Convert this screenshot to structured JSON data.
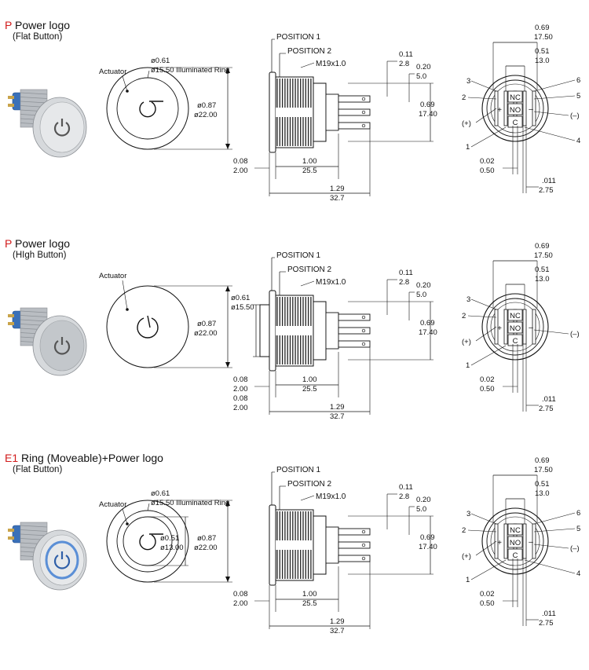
{
  "sections": [
    {
      "code": "P",
      "title": "Power logo",
      "subtitle": "(Flat Button)",
      "style": "flat",
      "front": {
        "actuator_label": "Actuator",
        "ring_dim_in": "ø0.61",
        "ring_dim_mm": "ø15.50 Illuminated Ring",
        "outer_dim_in": "ø0.87",
        "outer_dim_mm": "ø22.00"
      },
      "side": {
        "position1": "POSITION 1",
        "position2": "POSITION 2",
        "thread": "M19x1.0",
        "d011_in": "0.11",
        "d011_mm": "2.8",
        "d020_in": "0.20",
        "d020_mm": "5.0",
        "d069_in": "0.69",
        "d069_mm": "17.40",
        "d008_in": "0.08",
        "d008_mm": "2.00",
        "d100_in": "1.00",
        "d100_mm": "25.5",
        "d129_in": "1.29",
        "d129_mm": "32.7"
      },
      "back": {
        "w069_in": "0.69",
        "w069_mm": "17.50",
        "w051_in": "0.51",
        "w051_mm": "13.0",
        "pin3": "3",
        "pin2": "2",
        "pin6": "6",
        "pin5": "5",
        "pin4": "4",
        "pin1": "1",
        "plus": "(+)",
        "minus": "(–)",
        "nc": "NC",
        "no": "NO",
        "c": "C",
        "d002_in": "0.02",
        "d002_mm": "0.50",
        "d011_in": ".011",
        "d011_mm": "2.75"
      }
    },
    {
      "code": "P",
      "title": "Power logo",
      "subtitle": "(HIgh Button)",
      "style": "high",
      "front": {
        "actuator_label": "Actuator",
        "outer_dim_in": "ø0.87",
        "outer_dim_mm": "ø22.00"
      },
      "side": {
        "position1": "POSITION 1",
        "position2": "POSITION 2",
        "thread": "M19x1.0",
        "d011_in": "0.11",
        "d011_mm": "2.8",
        "d020_in": "0.20",
        "d020_mm": "5.0",
        "d069_in": "0.69",
        "d069_mm": "17.40",
        "d061_in": "ø0.61",
        "d061_mm": "ø15.50",
        "d008_in": "0.08",
        "d008_mm": "2.00",
        "d008b_in": "0.08",
        "d008b_mm": "2.00",
        "d100_in": "1.00",
        "d100_mm": "25.5",
        "d129_in": "1.29",
        "d129_mm": "32.7"
      },
      "back": {
        "w069_in": "0.69",
        "w069_mm": "17.50",
        "w051_in": "0.51",
        "w051_mm": "13.0",
        "pin3": "3",
        "pin2": "2",
        "pin1": "1",
        "plus": "(+)",
        "minus": "(–)",
        "nc": "NC",
        "no": "NO",
        "c": "C",
        "d002_in": "0.02",
        "d002_mm": "0.50",
        "d011_in": ".011",
        "d011_mm": "2.75"
      }
    },
    {
      "code": "E1",
      "title": "Ring (Moveable)+Power logo",
      "subtitle": "(Flat Button)",
      "style": "ring",
      "front": {
        "actuator_label": "Actuator",
        "ring_dim_in": "ø0.61",
        "ring_dim_mm": "ø15.50 Illuminated Ring",
        "inner_dim_in": "ø0.51",
        "inner_dim_mm": "ø13.00",
        "outer_dim_in": "ø0.87",
        "outer_dim_mm": "ø22.00"
      },
      "side": {
        "position1": "POSITION 1",
        "position2": "POSITION 2",
        "thread": "M19x1.0",
        "d011_in": "0.11",
        "d011_mm": "2.8",
        "d020_in": "0.20",
        "d020_mm": "5.0",
        "d069_in": "0.69",
        "d069_mm": "17.40",
        "d008_in": "0.08",
        "d008_mm": "2.00",
        "d100_in": "1.00",
        "d100_mm": "25.5",
        "d129_in": "1.29",
        "d129_mm": "32.7"
      },
      "back": {
        "w069_in": "0.69",
        "w069_mm": "17.50",
        "w051_in": "0.51",
        "w051_mm": "13.0",
        "pin3": "3",
        "pin2": "2",
        "pin6": "6",
        "pin5": "5",
        "pin4": "4",
        "pin1": "1",
        "plus": "(+)",
        "minus": "(–)",
        "nc": "NC",
        "no": "NO",
        "c": "C",
        "d002_in": "0.02",
        "d002_mm": "0.50",
        "d011_in": ".011",
        "d011_mm": "2.75"
      }
    }
  ],
  "colors": {
    "code": "#d11a1a",
    "line": "#111111",
    "metal": "#c8ccd0",
    "blue": "#2f6db5",
    "glow": "#6fa2e0"
  }
}
